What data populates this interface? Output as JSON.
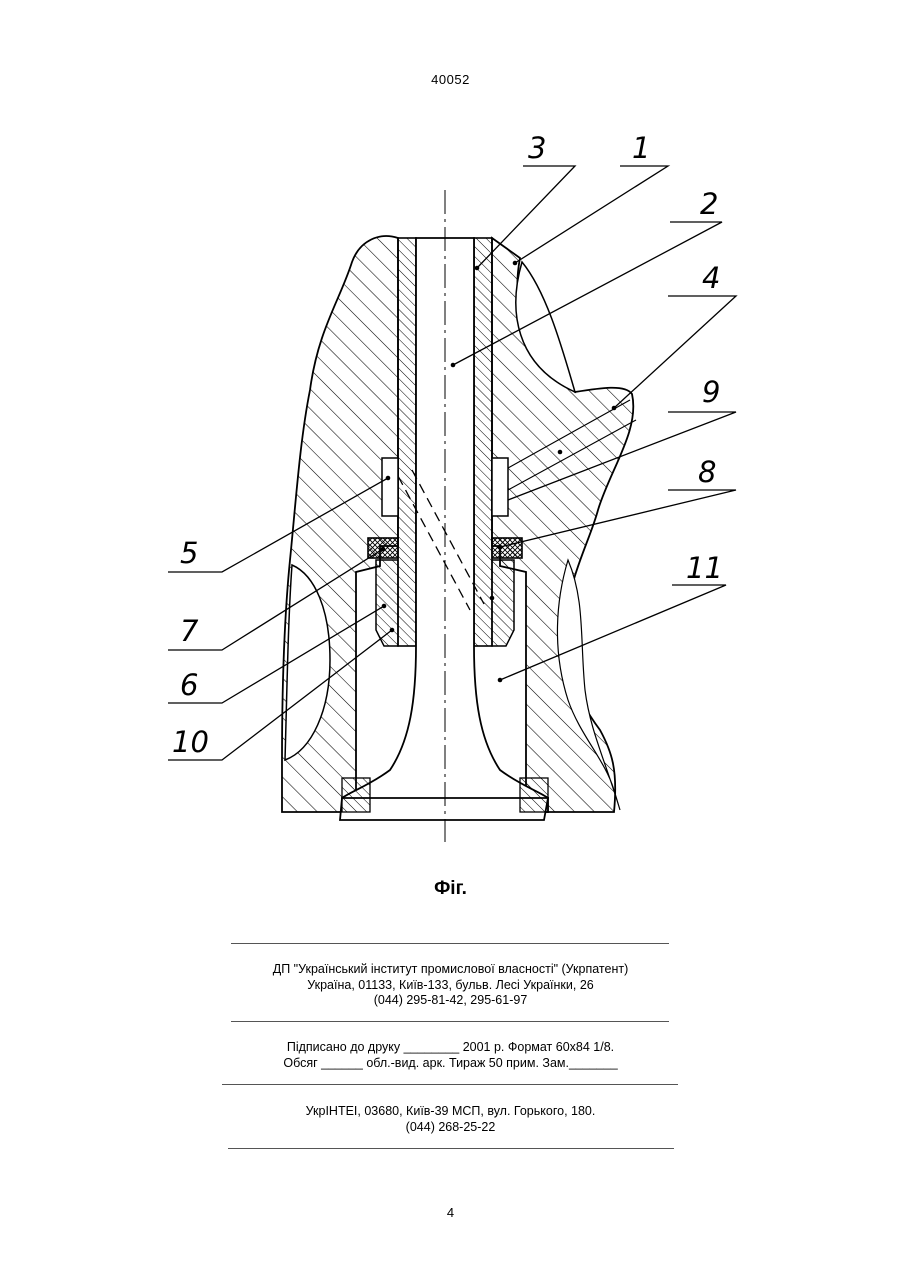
{
  "header": {
    "doc_number": "40052"
  },
  "figure": {
    "caption": "Фіг.",
    "labels": [
      "1",
      "2",
      "3",
      "4",
      "5",
      "6",
      "7",
      "8",
      "9",
      "10",
      "11"
    ]
  },
  "imprint": {
    "publisher": [
      "ДП \"Український інститут промислової власності\" (Укрпатент)",
      "Україна, 01133, Київ-133, бульв. Лесі Українки, 26",
      "(044) 295-81-42, 295-61-97"
    ],
    "print_info": [
      "Підписано до друку ________ 2001 р.    Формат 60х84 1/8.",
      "Обсяг ______ обл.-вид. арк.   Тираж 50 прим.    Зам._______"
    ],
    "printer": [
      "УкрІНТЕІ, 03680, Київ-39 МСП, вул. Горького, 180.",
      "(044) 268-25-22"
    ]
  },
  "footer": {
    "page_number": "4"
  }
}
